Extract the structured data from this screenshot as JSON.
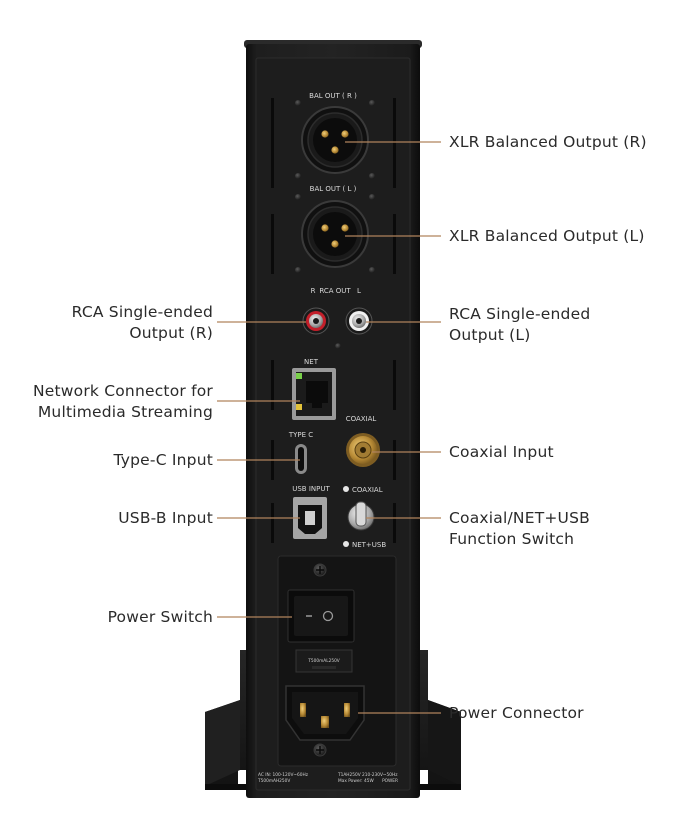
{
  "callouts": {
    "xlr_r": "XLR Balanced Output (R)",
    "xlr_l": "XLR Balanced Output (L)",
    "rca_r_line1": "RCA Single-ended",
    "rca_r_line2": "Output (R)",
    "rca_l_line1": "RCA Single-ended",
    "rca_l_line2": "Output (L)",
    "network_line1": "Network Connector for",
    "network_line2": "Multimedia Streaming",
    "coaxial_input": "Coaxial Input",
    "typec_input": "Type-C Input",
    "usbb_input": "USB-B Input",
    "switch_line1": "Coaxial/NET+USB",
    "switch_line2": "Function Switch",
    "power_switch": "Power Switch",
    "power_connector": "Power Connector"
  },
  "panel_labels": {
    "bal_out_r": "BAL OUT ( R )",
    "bal_out_l": "BAL OUT ( L )",
    "rca_r": "R",
    "rca_out": "RCA OUT",
    "rca_l": "L",
    "net": "NET",
    "coaxial": "COAXIAL",
    "type_c": "TYPE C",
    "usb_input": "USB INPUT",
    "sw_coaxial": "COAXIAL",
    "sw_net_usb": "NET+USB",
    "fuse": "T500mAL250V",
    "ac_in_line1": "AC IN: 100-120V~60Hz",
    "ac_in_line2": "T500mAH250V",
    "ac_in_line3": "T1AH250V 210-230V~50Hz",
    "max_power": "Max Power: 45W",
    "power": "POWER"
  },
  "colors": {
    "leader_line": "#b0835c",
    "callout_text": "#2a2a2a",
    "chassis": "#1b1b1b",
    "panel_text": "#d9d9d9"
  },
  "icons": {
    "xlr_connector": "xlr-female-connector-icon",
    "rca_red": "rca-jack-red-icon",
    "rca_white": "rca-jack-white-icon",
    "ethernet": "ethernet-port-icon",
    "coax": "coaxial-jack-icon",
    "usb_c": "usb-c-port-icon",
    "usb_b": "usb-b-port-icon",
    "toggle": "toggle-switch-icon",
    "rocker": "rocker-switch-icon",
    "iec": "iec-power-inlet-icon"
  }
}
